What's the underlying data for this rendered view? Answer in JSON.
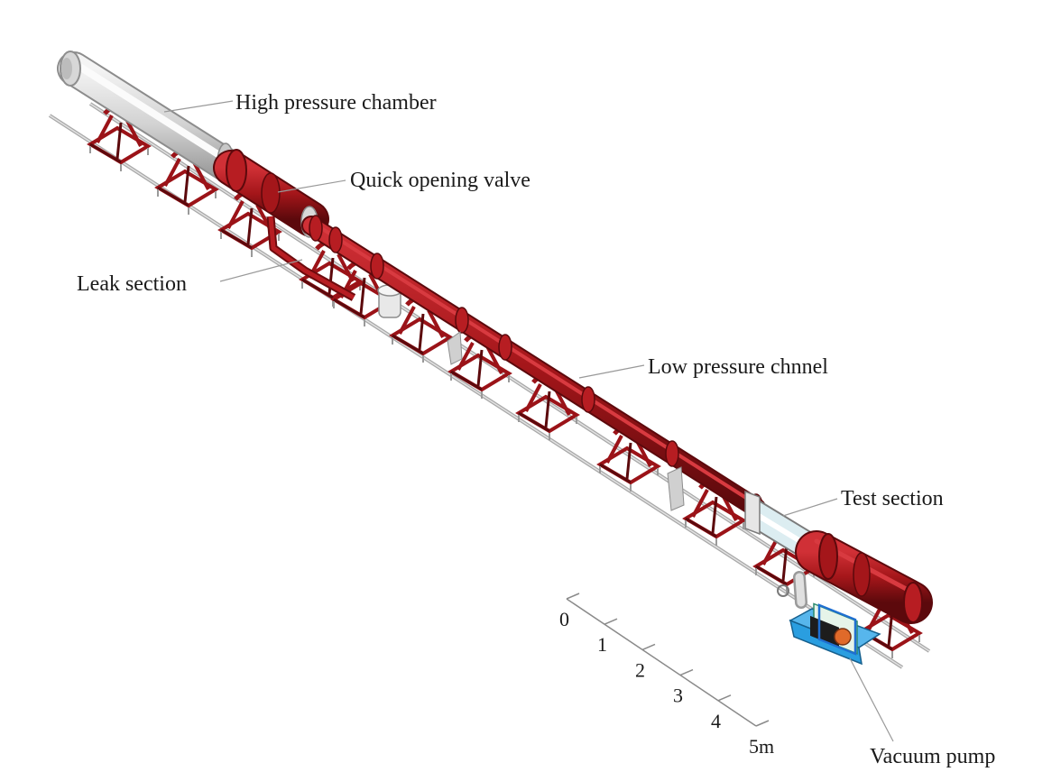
{
  "labels": {
    "high_pressure_chamber": "High pressure chamber",
    "quick_opening_valve": "Quick opening valve",
    "leak_section": "Leak section",
    "low_pressure_channel": "Low pressure chnnel",
    "test_section": "Test section",
    "vacuum_pump": "Vacuum pump"
  },
  "scale_bar": {
    "ticks": [
      "0",
      "1",
      "2",
      "3",
      "4",
      "5m"
    ]
  },
  "colors": {
    "tube_red": "#a4161a",
    "tube_dark": "#6e0b0e",
    "steel_grey": "#cfd2d4",
    "rail_grey": "#9a9a9a",
    "glass": "#d9eef2",
    "pump_blue": "#1a8fd6",
    "line": "#777777"
  }
}
